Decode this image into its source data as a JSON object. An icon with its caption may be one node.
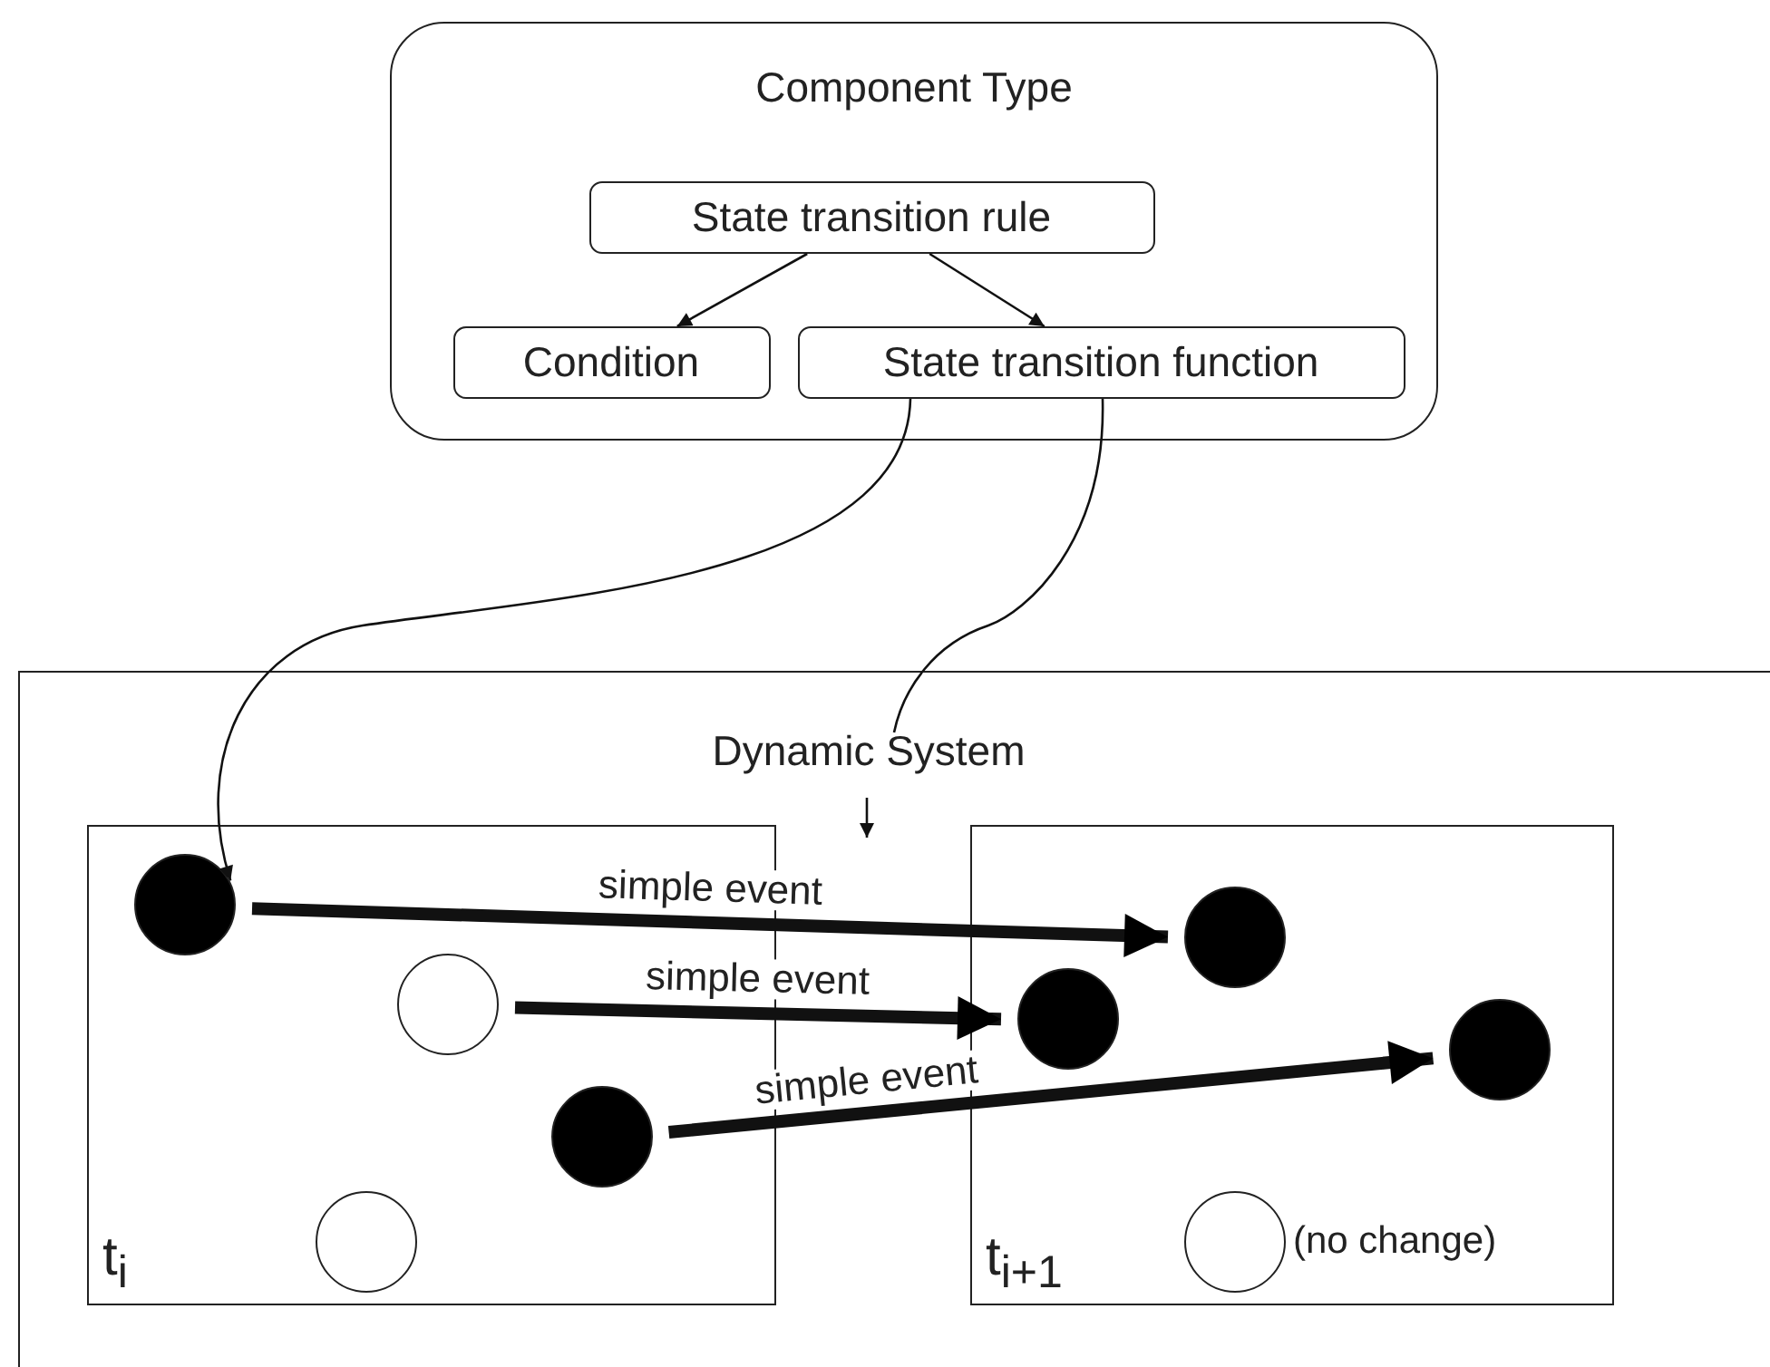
{
  "diagram": {
    "nodes": [
      {
        "text": [
          "Component Type"
        ]
      },
      {
        "text": [
          "State transition rule"
        ],
        "in": 0
      },
      {
        "text": [
          "Condition"
        ],
        "in": 0
      },
      {
        "text": [
          "State transition function"
        ],
        "in": 0
      },
      {
        "text": [
          "Dynamic System"
        ]
      },
      {
        "text": [
          "t$_{i}$"
        ],
        "in": 4
      },
      {
        "text": [
          "t$_{i+1}$"
        ],
        "in": 4
      },
      {
        "text": [],
        "shape": "dot",
        "in": 5
      },
      {
        "text": [],
        "shape": "circle",
        "in": 5
      },
      {
        "text": [],
        "shape": "dot",
        "in": 5
      },
      {
        "text": [],
        "shape": "circle",
        "in": 5
      },
      {
        "text": [],
        "shape": "dot",
        "in": 6
      },
      {
        "text": [],
        "shape": "dot",
        "in": 6
      },
      {
        "text": [],
        "shape": "dot",
        "in": 6
      },
      {
        "text": [],
        "shape": "circle",
        "in": 6,
        "beside": [
          "(no change)"
        ]
      }
    ],
    "edges": [
      {
        "from": 1,
        "to": 2,
        "arrow": "to"
      },
      {
        "from": 1,
        "to": 3,
        "arrow": "to"
      },
      {
        "from": 3,
        "to": 7,
        "arrow": "to"
      },
      {
        "from": 3,
        "to": 4,
        "arrow": "none"
      },
      {
        "from": 7,
        "to": 11,
        "arrow": "to",
        "label": "simple event",
        "style": "thick"
      },
      {
        "from": 8,
        "to": 12,
        "arrow": "to",
        "label": "simple event",
        "style": "thick"
      },
      {
        "from": 9,
        "to": 13,
        "arrow": "to",
        "label": "simple event",
        "style": "thick"
      }
    ]
  }
}
